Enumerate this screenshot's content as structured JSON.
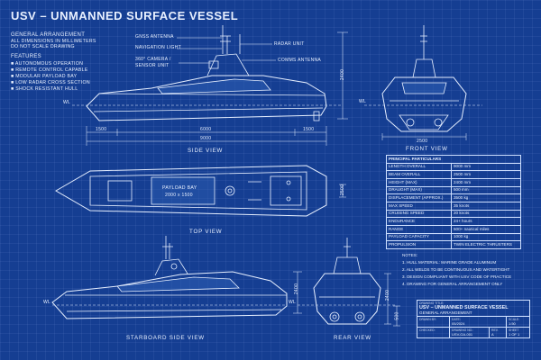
{
  "header": {
    "title": "USV – UNMANNED SURFACE VESSEL",
    "general_arrangement": "GENERAL ARRANGEMENT",
    "dims_note": "ALL DIMENSIONS IN MILLIMETERS",
    "scale_note": "DO NOT SCALE DRAWING"
  },
  "features": {
    "heading": "FEATURES",
    "items": [
      "AUTONOMOUS OPERATION",
      "REMOTE CONTROL CAPABLE",
      "MODULAR PAYLOAD BAY",
      "LOW RADAR CROSS SECTION",
      "SHOCK RESISTANT HULL"
    ]
  },
  "callouts": {
    "gnss": "GNSS ANTENNA",
    "nav_light": "NAVIGATION LIGHT",
    "camera": "360° CAMERA /",
    "camera2": "SENSOR UNIT",
    "radar": "RADAR UNIT",
    "comms": "COMMS ANTENNA",
    "wl": "WL"
  },
  "dims": {
    "d1500a": "1500",
    "d6000": "6000",
    "d1500b": "1500",
    "d9000": "9000",
    "d2400": "2400",
    "d2500": "2500",
    "d500": "500"
  },
  "views": {
    "side": "SIDE VIEW",
    "front": "FRONT VIEW",
    "top": "TOP VIEW",
    "starboard": "STARBOARD SIDE VIEW",
    "rear": "REAR VIEW"
  },
  "payload": {
    "label": "PAYLOAD BAY",
    "size": "2000 x 1500"
  },
  "spec": {
    "heading": "PRINCIPAL PARTICULARS",
    "rows": [
      [
        "LENGTH OVERALL",
        "9000 mm"
      ],
      [
        "BEAM OVERALL",
        "2500 mm"
      ],
      [
        "HEIGHT (MAX)",
        "2400 mm"
      ],
      [
        "DRAUGHT (MAX)",
        "500 mm"
      ],
      [
        "DISPLACEMENT (APPROX.)",
        "3500 kg"
      ],
      [
        "MAX SPEED",
        "35 knots"
      ],
      [
        "CRUISING SPEED",
        "20 knots"
      ],
      [
        "ENDURANCE",
        "24+ hours"
      ],
      [
        "RANGE",
        "500+ nautical miles"
      ],
      [
        "PAYLOAD CAPACITY",
        "1000 kg"
      ],
      [
        "PROPULSION",
        "TWIN ELECTRIC THRUSTERS"
      ]
    ]
  },
  "notes": {
    "heading": "NOTES:",
    "items": [
      "1. HULL MATERIAL: MARINE GRADE ALUMINUM",
      "2. ALL WELDS TO BE CONTINUOUS AND WATERTIGHT",
      "3. DESIGN COMPLIANT WITH USV CODE OF PRACTICE",
      "4. DRAWING FOR GENERAL ARRANGEMENT ONLY"
    ]
  },
  "titleblock": {
    "drawing_title_label": "DRAWING TITLE:",
    "drawing_title": "USV – UNMANNED SURFACE VESSEL",
    "drawing_sub": "GENERAL ARRANGEMENT",
    "drawn_by_label": "DRAWN BY:",
    "date_label": "DATE:",
    "date": "05/2024",
    "scale_label": "SCALE:",
    "scale": "1:50",
    "checked_label": "CHECKED:",
    "drawing_no_label": "DRAWING NO.:",
    "drawing_no": "USV-GA-001",
    "rev_label": "REV.",
    "rev": "A",
    "sheet_label": "SHEET",
    "sheet": "1 OF 1"
  }
}
